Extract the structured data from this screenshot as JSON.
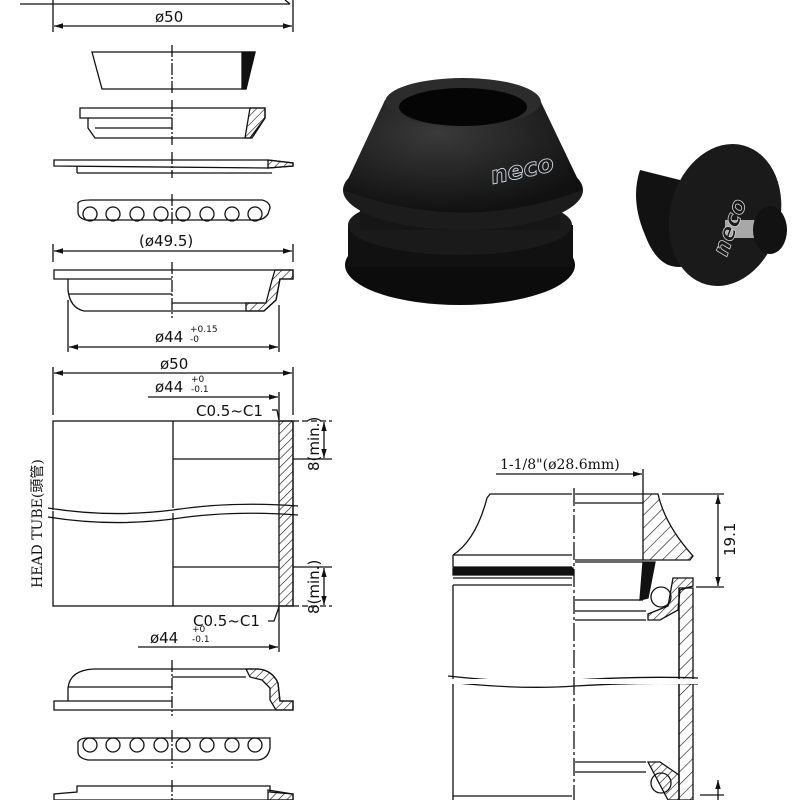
{
  "left_drawing": {
    "dims": {
      "top_outer_diameter": "ø50",
      "bearing_diameter": "(ø49.5)",
      "cup_diameter_main": "ø44",
      "cup_diameter_tol_plus": "+0.15",
      "cup_diameter_tol_minus": "-0",
      "headtube_outer_diameter": "ø50",
      "headtube_bore_top": "ø44",
      "headtube_bore_top_tol_plus": "+0",
      "headtube_bore_top_tol_minus": "-0.1",
      "chamfer_top": "C0.5~C1",
      "chamfer_bottom": "C0.5~C1",
      "headtube_bore_bottom": "ø44",
      "headtube_bore_bottom_tol_plus": "+0",
      "headtube_bore_bottom_tol_minus": "-0.1",
      "depth_top": "8(min.)",
      "depth_bottom": "8(min.)"
    },
    "head_tube_label": "HEAD TUBE(頭管)"
  },
  "photo": {
    "brand_headset": "neco",
    "brand_topcap": "neco",
    "background": "#ffffff",
    "part_color": "#1a1a1a"
  },
  "right_drawing": {
    "steerer_dim": "1-1/8\"(ø28.6mm)",
    "stack_height": "19.1"
  }
}
